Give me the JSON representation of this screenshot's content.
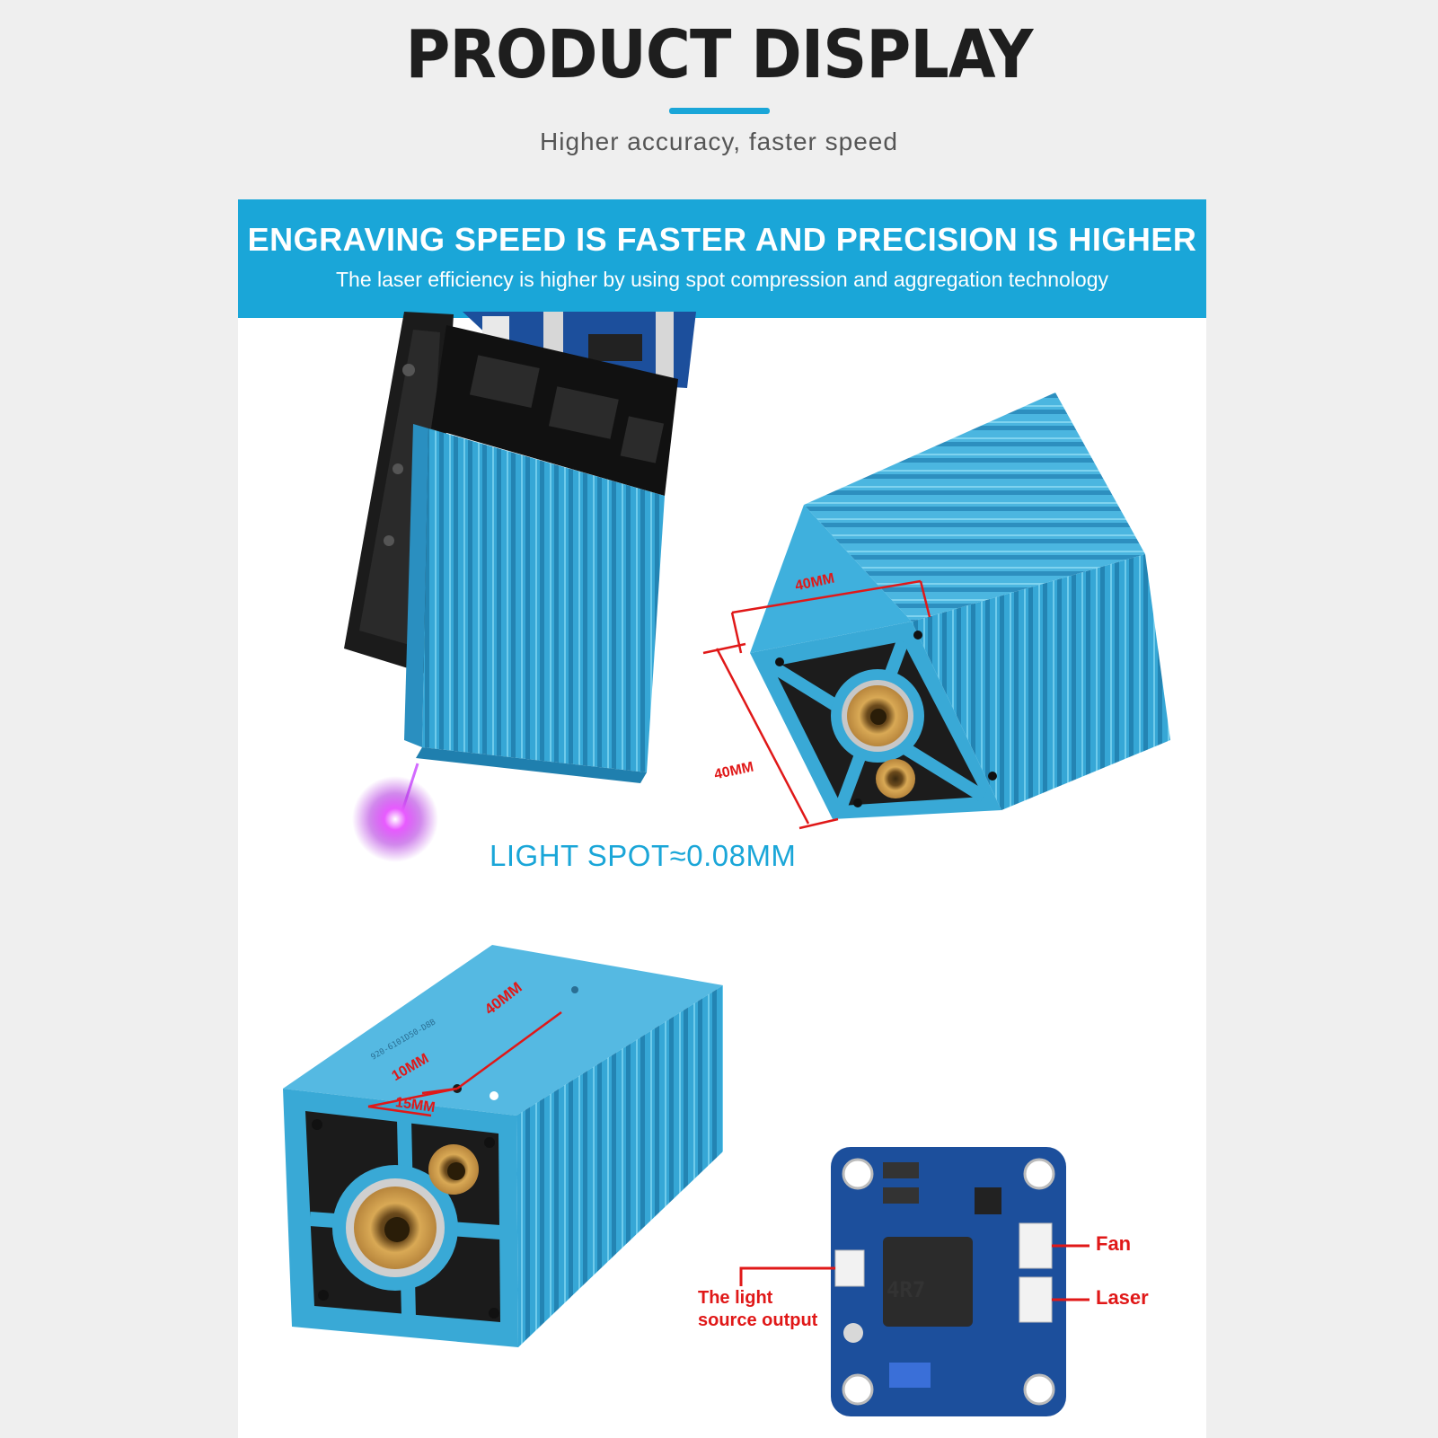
{
  "header": {
    "title": "PRODUCT DISPLAY",
    "subtitle": "Higher accuracy, faster speed"
  },
  "banner": {
    "title": "ENGRAVING SPEED IS FASTER AND PRECISION IS HIGHER",
    "description": "The laser efficiency is higher by using spot compression and aggregation technology"
  },
  "module_right": {
    "dim_width": "40MM",
    "dim_height": "40MM"
  },
  "spot_label": "LIGHT SPOT≈0.08MM",
  "module_bottom": {
    "dim_length": "40MM",
    "dim_a": "10MM",
    "dim_b": "15MM"
  },
  "board": {
    "fan_label": "Fan",
    "laser_label": "Laser",
    "output_label_line1": "The light",
    "output_label_line2": "source output",
    "inductor_marking": "4R7"
  },
  "colors": {
    "accent": "#1aa6d8",
    "annotation": "#e01818",
    "module_blue": "#39a9d6",
    "pcb_blue": "#1c4f9c"
  }
}
